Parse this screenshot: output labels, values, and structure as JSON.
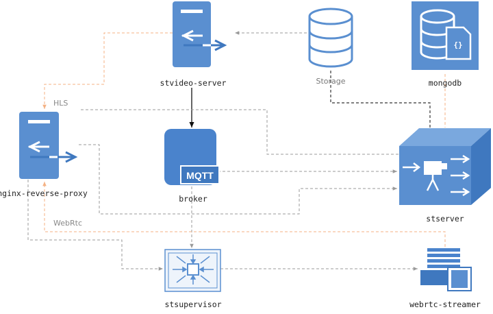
{
  "colors": {
    "node_blue": "#5a8fd0",
    "node_dark_blue": "#3f78bf",
    "accent_orange": "#f4b183",
    "edge_gray": "#9a9a9a",
    "edge_dark": "#333333"
  },
  "nodes": {
    "stvideo_server": {
      "label": "stvideo-server",
      "icon": "server-icon"
    },
    "storage": {
      "label": "Storage",
      "icon": "database-icon"
    },
    "mongodb": {
      "label": "mongodb",
      "icon": "database-document-icon"
    },
    "nginx": {
      "label": "nginx-reverse-proxy",
      "icon": "server-icon"
    },
    "broker": {
      "label": "broker",
      "badge": "MQTT",
      "icon": "mqtt-broker-icon"
    },
    "stserver": {
      "label": "stserver",
      "icon": "video-camera-box-icon"
    },
    "stsupervisor": {
      "label": "stsupervisor",
      "icon": "supervisor-hub-icon"
    },
    "webrtc_streamer": {
      "label": "webrtc-streamer",
      "icon": "media-stream-icon"
    }
  },
  "edge_labels": {
    "hls": "HLS",
    "webrtc": "WebRtc"
  }
}
